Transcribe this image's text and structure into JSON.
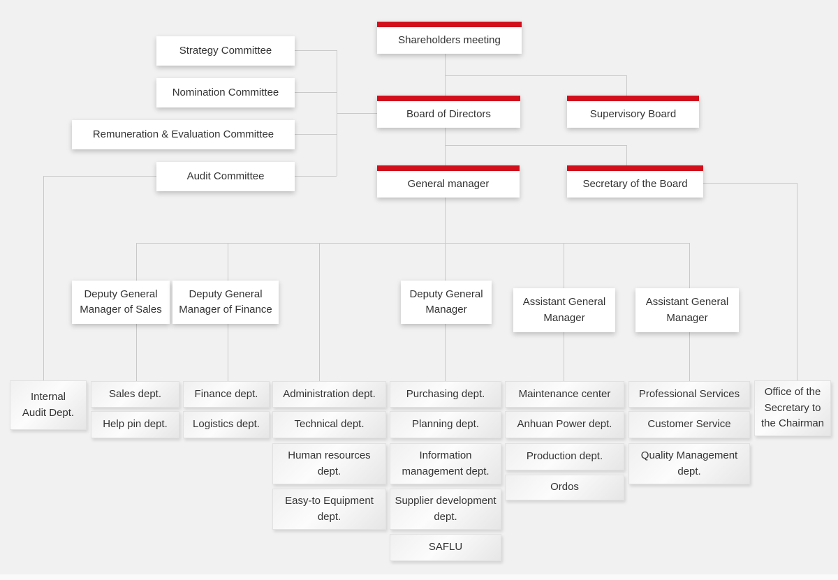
{
  "colors": {
    "accent_red": "#d2101c",
    "background": "#f1f1f1",
    "connector": "#c9c9c9",
    "text": "#333333"
  },
  "top_nodes": {
    "shareholders_meeting": "Shareholders meeting",
    "board_of_directors": "Board of Directors",
    "supervisory_board": "Supervisory Board",
    "general_manager": "General manager",
    "secretary_of_the_board": "Secretary of the Board"
  },
  "committees": [
    {
      "label": "Strategy Committee"
    },
    {
      "label": "Nomination Committee"
    },
    {
      "label": "Remuneration & Evaluation Committee"
    },
    {
      "label": "Audit Committee"
    }
  ],
  "executives": [
    {
      "label": "Deputy General Manager of Sales"
    },
    {
      "label": "Deputy General Manager of Finance"
    },
    {
      "label": "Deputy General Manager"
    },
    {
      "label": "Assistant General Manager"
    },
    {
      "label": "Assistant General Manager"
    }
  ],
  "departments": {
    "internal_audit": "Internal Audit Dept.",
    "sales_column": [
      "Sales dept.",
      "Help pin dept."
    ],
    "finance_column": [
      "Finance dept.",
      "Logistics dept."
    ],
    "admin_column": [
      "Administration dept.",
      "Technical dept.",
      "Human resources dept.",
      "Easy-to Equipment dept."
    ],
    "purchasing_column": [
      "Purchasing dept.",
      "Planning dept.",
      "Information management dept.",
      "Supplier development dept.",
      "SAFLU"
    ],
    "maintenance_column": [
      "Maintenance center",
      "Anhuan Power dept.",
      "Production dept.",
      "Ordos"
    ],
    "services_column": [
      "Professional Services",
      "Customer Service",
      "Quality Management dept."
    ],
    "office_of_secretary": "Office of the Secretary to the Chairman"
  }
}
